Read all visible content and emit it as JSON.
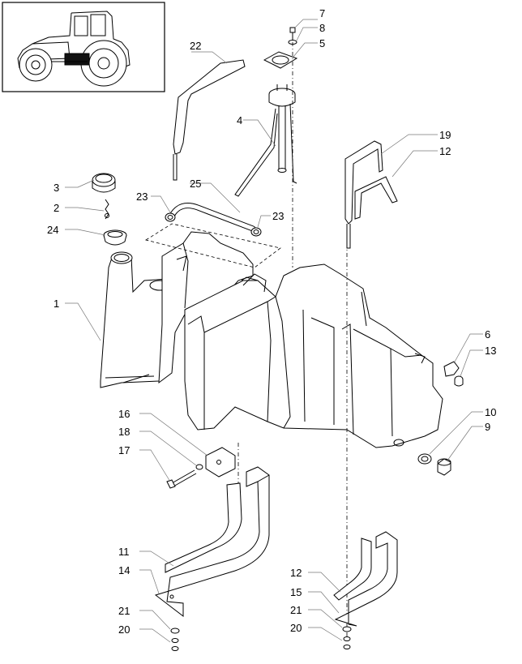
{
  "labels": {
    "l1": "1",
    "l2": "2",
    "l3": "3",
    "l4": "4",
    "l5": "5",
    "l6": "6",
    "l7": "7",
    "l8": "8",
    "l9": "9",
    "l10": "10",
    "l11": "11",
    "l12a": "12",
    "l12b": "12",
    "l13": "13",
    "l14": "14",
    "l15": "15",
    "l16": "16",
    "l17": "17",
    "l18": "18",
    "l19": "19",
    "l20a": "20",
    "l20b": "20",
    "l21a": "21",
    "l21b": "21",
    "l22": "22",
    "l23a": "23",
    "l23b": "23",
    "l24": "24",
    "l25": "25"
  }
}
